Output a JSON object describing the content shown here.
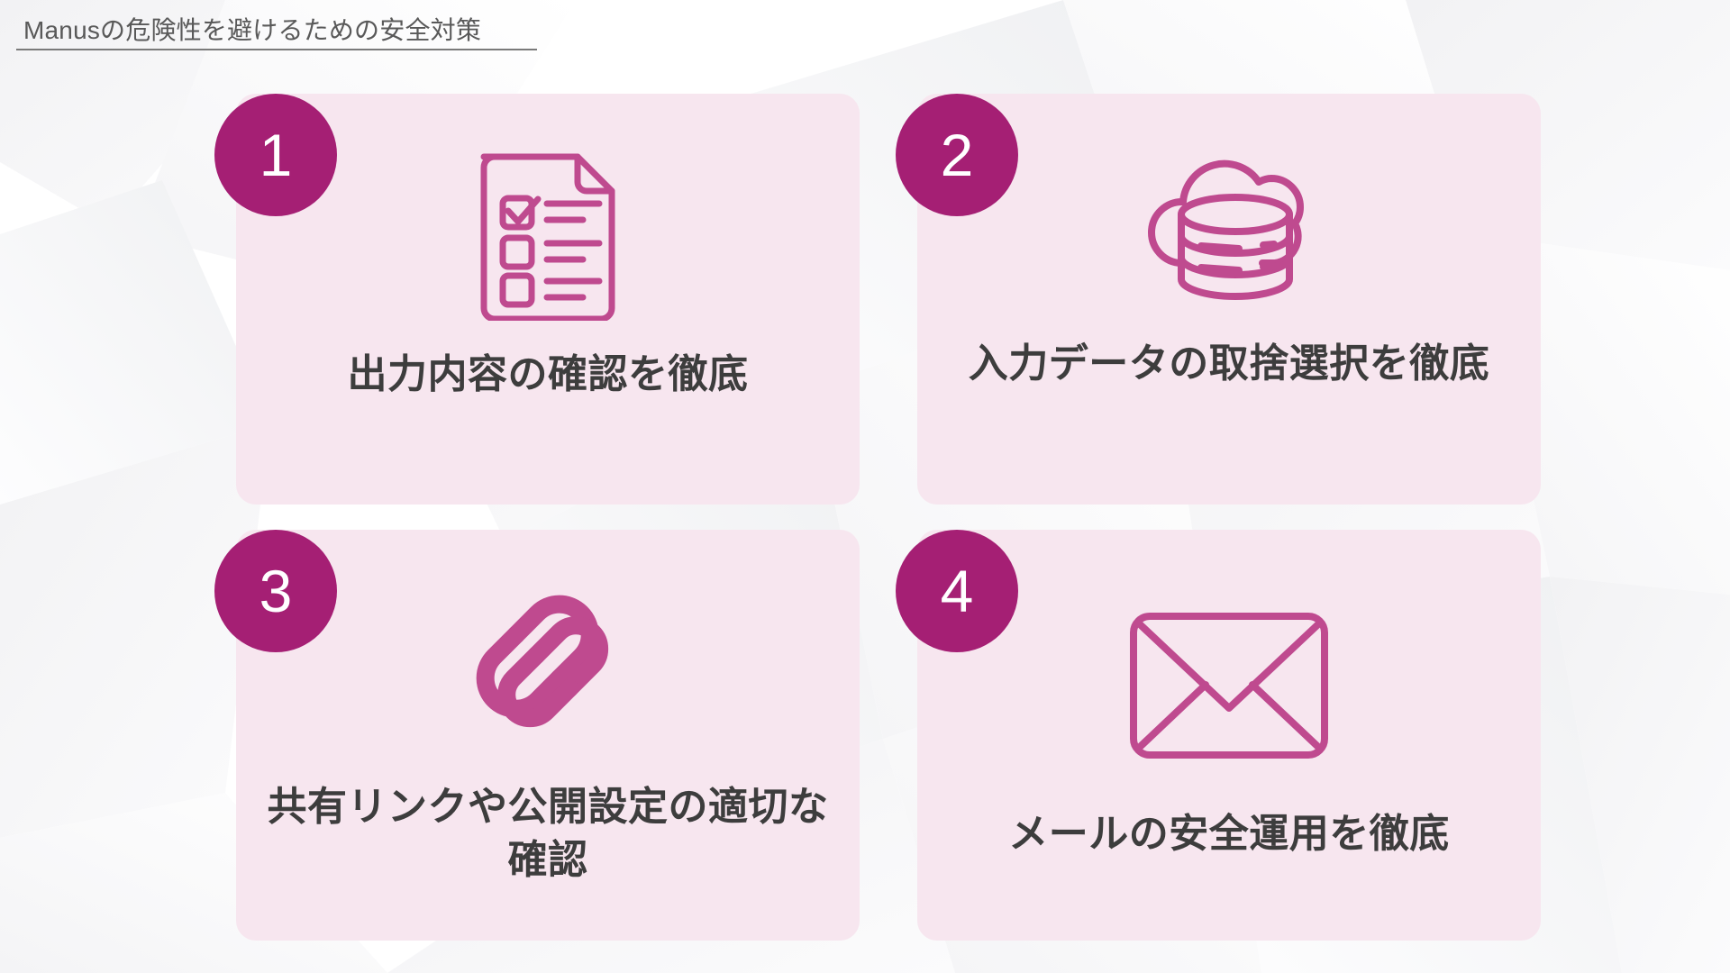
{
  "slide": {
    "title": "Manusの危険性を避けるための安全対策",
    "background_color": "#ffffff",
    "accent_color": "#a51f74",
    "icon_color": "#bf4a8f",
    "card_background": "#f7e6ef",
    "text_color": "#3d3d3d",
    "title_color": "#595959"
  },
  "cards": [
    {
      "number": "1",
      "icon": "checklist-document-icon",
      "label": "出力内容の確認を徹底"
    },
    {
      "number": "2",
      "icon": "cloud-database-icon",
      "label": "入力データの取捨選択を徹底"
    },
    {
      "number": "3",
      "icon": "chain-link-icon",
      "label": "共有リンクや公開設定の適切な確認"
    },
    {
      "number": "4",
      "icon": "envelope-icon",
      "label": "メールの安全運用を徹底"
    }
  ]
}
